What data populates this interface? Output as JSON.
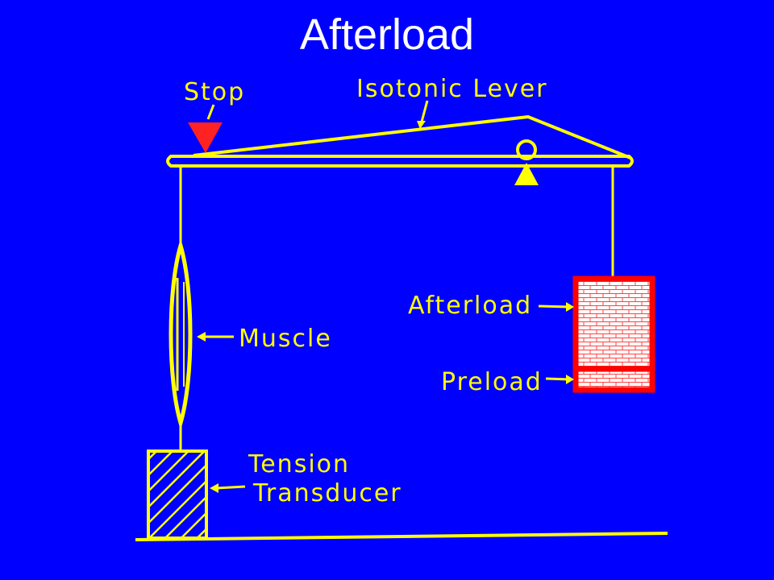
{
  "slide": {
    "title": "Afterload",
    "background": "#0000FF"
  },
  "diagram": {
    "line_color": "#FFFF00",
    "weight_color": "#FF0000",
    "labels": {
      "stop": "Stop",
      "lever": "Isotonic Lever",
      "afterload": "Afterload",
      "preload": "Preload",
      "muscle": "Muscle",
      "tension_line1": "Tension",
      "tension_line2": "Transducer"
    }
  }
}
